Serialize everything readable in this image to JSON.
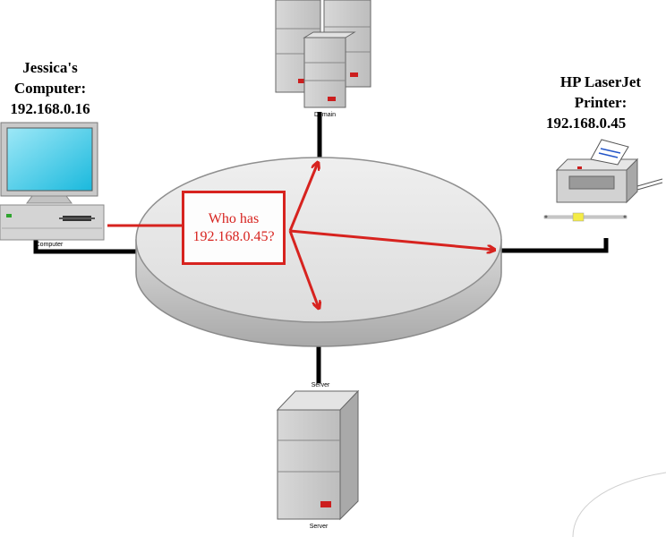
{
  "computer": {
    "name": "Jessica's",
    "title": "Computer:",
    "ip": "192.168.0.16",
    "icon_caption": "Computer"
  },
  "printer": {
    "name": "HP LaserJet",
    "title": "Printer:",
    "ip": "192.168.0.45"
  },
  "domain_server": {
    "caption": "Domain"
  },
  "bottom_server": {
    "top_caption": "Server",
    "caption": "Server"
  },
  "query": {
    "line1": "Who has",
    "line2": "192.168.0.45?"
  },
  "colors": {
    "arrow": "#d7231f",
    "cable": "#000000",
    "ring_top": "#e6e6e6",
    "ring_side": "#b9b9b9"
  }
}
